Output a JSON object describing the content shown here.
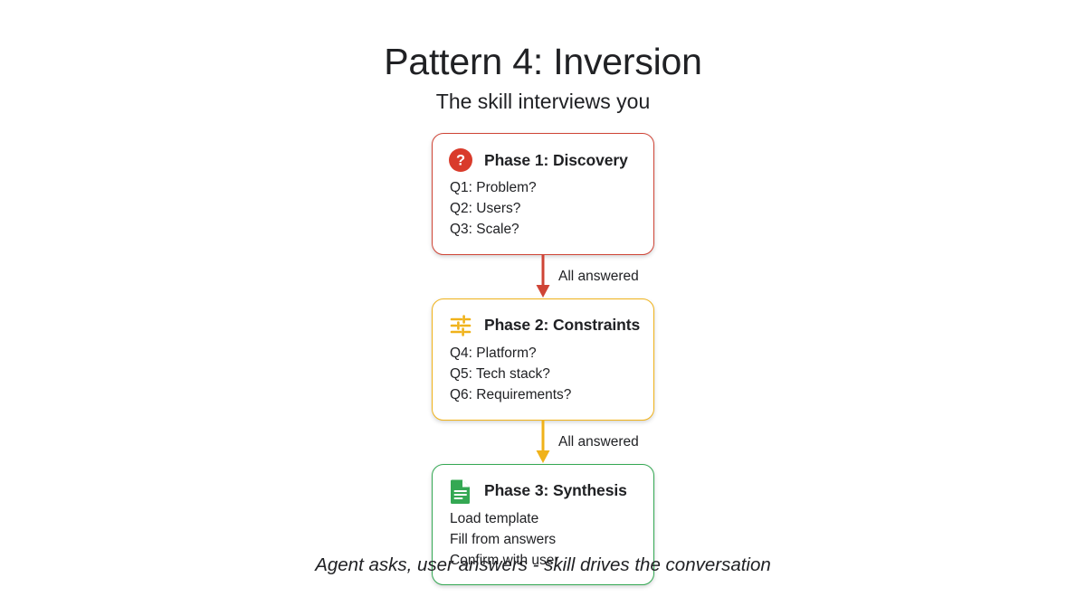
{
  "header": {
    "title": "Pattern 4: Inversion",
    "subtitle": "The skill interviews you"
  },
  "colors": {
    "red": "#cf4436",
    "yellow": "#f0b21a",
    "green": "#34a853",
    "text": "#202124",
    "background": "#ffffff"
  },
  "flow": {
    "phases": [
      {
        "icon": "question-mark-circle-icon",
        "accent": "#cf4436",
        "title": "Phase 1: Discovery",
        "lines": [
          "Q1: Problem?",
          "Q2: Users?",
          "Q3: Scale?"
        ]
      },
      {
        "icon": "tune-sliders-icon",
        "accent": "#f0b21a",
        "title": "Phase 2: Constraints",
        "lines": [
          "Q4: Platform?",
          "Q5: Tech stack?",
          "Q6: Requirements?"
        ]
      },
      {
        "icon": "document-icon",
        "accent": "#34a853",
        "title": "Phase 3: Synthesis",
        "lines": [
          "Load template",
          "Fill from answers",
          "Confirm with user"
        ]
      }
    ],
    "connectors": [
      {
        "label": "All answered",
        "color": "#cf4436"
      },
      {
        "label": "All answered",
        "color": "#f0b21a"
      }
    ]
  },
  "caption": "Agent asks, user answers - skill drives the conversation"
}
